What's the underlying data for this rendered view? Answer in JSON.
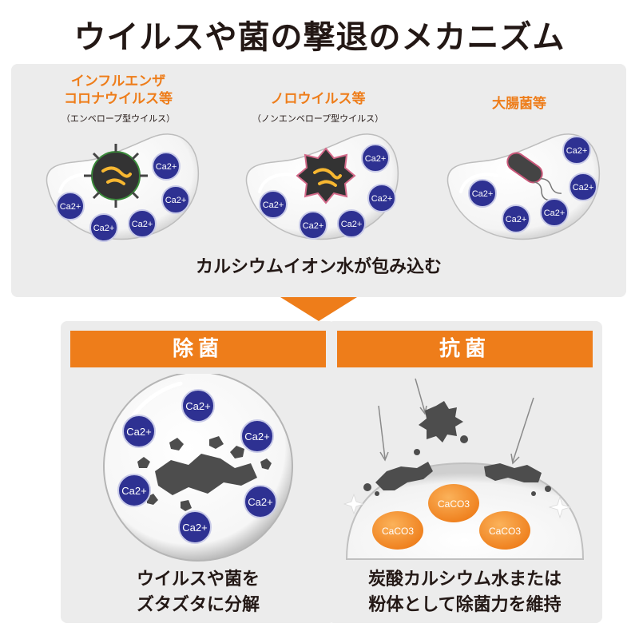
{
  "title": "ウイルスや菌の撃退のメカニズム",
  "top_panel": {
    "cells": [
      {
        "title_lines": [
          "インフルエンザ",
          "コロナウイルス等"
        ],
        "subtitle": "（エンベロープ型ウイルス）"
      },
      {
        "title_lines": [
          "ノロウイルス等"
        ],
        "subtitle": "（ノンエンベロープ型ウイルス）"
      },
      {
        "title_lines": [
          "大腸菌等"
        ],
        "subtitle": ""
      }
    ],
    "ion_label": "Ca2+",
    "caption": "カルシウムイオン水が包み込む"
  },
  "bottom_left": {
    "heading": "除菌",
    "ion_label": "Ca2+",
    "caption_lines": [
      "ウイルスや菌を",
      "ズタズタに分解"
    ]
  },
  "bottom_right": {
    "heading": "抗菌",
    "compound_label": "CaCO3",
    "caption_lines": [
      "炭酸カルシウム水または",
      "粉体として除菌力を維持"
    ]
  },
  "colors": {
    "accent": "#ee7d1a",
    "ion_fill": "#2e3192",
    "panel_bg": "#ececec",
    "text": "#231815",
    "debris": "#4d4d4d"
  }
}
